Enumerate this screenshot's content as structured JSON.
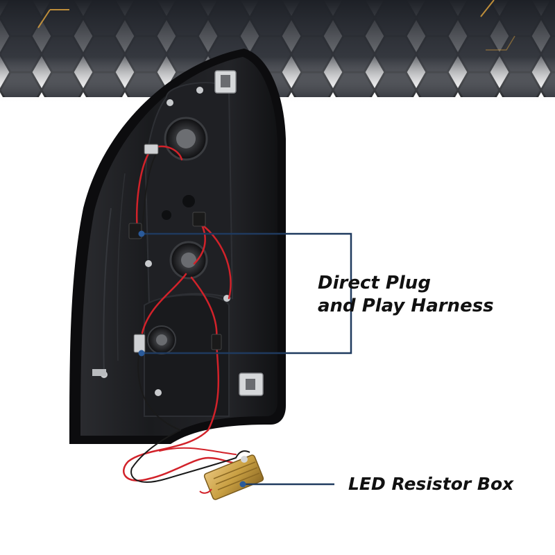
{
  "callouts": {
    "harness_line1": "Direct Plug",
    "harness_line2": "and Play Harness",
    "resistor": "LED Resistor Box"
  },
  "colors": {
    "background_top": "#1d2026",
    "background": "#ffffff",
    "hex_accent": "#d09a3c",
    "housing": "#1b1c1f",
    "housing_rim": "#0c0c0e",
    "wire_red": "#d2222a",
    "wire_black": "#1a1a1a",
    "resistor_gold": "#c9a043",
    "callout_line": "#1f3a5f",
    "callout_dot": "#2a5a9a",
    "text": "#111111"
  }
}
